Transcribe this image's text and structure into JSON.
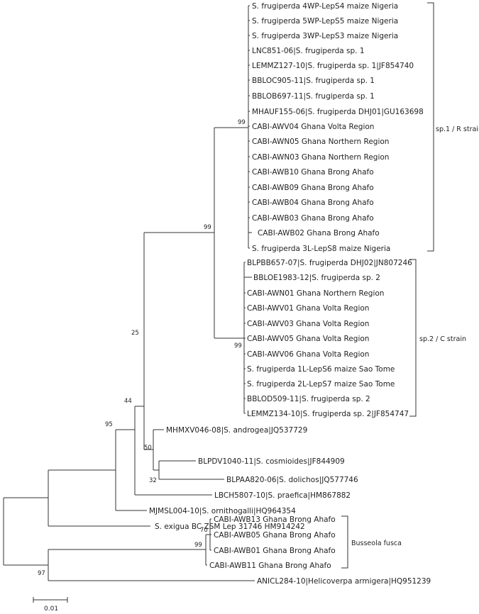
{
  "taxa": {
    "t1": "S. frugiperda 4WP-LepS4 maize Nigeria",
    "t2": "S. frugiperda 5WP-LepS5 maize Nigeria",
    "t3": "S. frugiperda 3WP-LepS3 maize Nigeria",
    "t4": "LNC851-06|S. frugiperda sp. 1",
    "t5": "LEMMZ127-10|S. frugiperda sp. 1|JF854740",
    "t6": "BBLOC905-11|S. frugiperda sp. 1",
    "t7": "BBLOB697-11|S. frugiperda sp. 1",
    "t8": "MHAUF155-06|S. frugiperda DHJ01|GU163698",
    "t9": "CABI-AWV04 Ghana Volta Region",
    "t10": "CABI-AWN05 Ghana Northern Region",
    "t11": "CABI-AWN03 Ghana Northern Region",
    "t12": "CABI-AWB10 Ghana Brong Ahafo",
    "t13": "CABI-AWB09 Ghana Brong Ahafo",
    "t14": "CABI-AWB04 Ghana Brong Ahafo",
    "t15": "CABI-AWB03 Ghana Brong Ahafo",
    "t16": "CABI-AWB02 Ghana Brong Ahafo",
    "t17": "S. frugiperda 3L-LepS8 maize Nigeria",
    "t18": "BLPBB657-07|S. frugiperda DHJ02|JN807246",
    "t19": "BBLOE1983-12|S. frugiperda sp. 2",
    "t20": "CABI-AWN01 Ghana Northern Region",
    "t21": "CABI-AWV01 Ghana Volta Region",
    "t22": "CABI-AWV03 Ghana Volta Region",
    "t23": "CABI-AWV05 Ghana Volta Region",
    "t24": "CABI-AWV06 Ghana Volta Region",
    "t25": "S. frugiperda 1L-LepS6 maize Sao Tome",
    "t26": "S. frugiperda 2L-LepS7 maize Sao Tome",
    "t27": "BBLOD509-11|S. frugiperda sp. 2",
    "t28": "LEMMZ134-10|S. frugiperda sp. 2|JF854747",
    "t29": "MHMXV046-08|S. androgea|JQ537729",
    "t30": "BLPDV1040-11|S. cosmioides|JF844909",
    "t31": "BLPAA820-06|S. dolichos|JQ577746",
    "t32": "LBCH5807-10|S. praefica|HM867882",
    "t33": "MJMSL004-10|S. ornithogalli|HQ964354",
    "t34": "S. exigua BC ZSM Lep 31746 HM914242",
    "t35": "CABI-AWB13 Ghana Brong Ahafo",
    "t36": "CABI-AWB05 Ghana Brong Ahafo",
    "t37": "CABI-AWB01 Ghana Brong Ahafo",
    "t38": "CABI-AWB11 Ghana Brong Ahafo",
    "t39": "ANICL284-10|Helicoverpa armigera|HQ951239"
  },
  "support": {
    "rstrain": "99",
    "frugiperda": "99",
    "cstrain": "99",
    "n25": "25",
    "n44": "44",
    "n50": "50",
    "n32": "32",
    "n95": "95",
    "busseola_inner": "70",
    "busseola": "99",
    "root": "97"
  },
  "groups": {
    "sp1": "sp.1 / R strain",
    "sp2": "sp.2 / C strain",
    "busseola": "Busseola fusca"
  },
  "scale": {
    "label": "0.01"
  },
  "colors": {
    "line": "#333333",
    "text": "#222222"
  }
}
